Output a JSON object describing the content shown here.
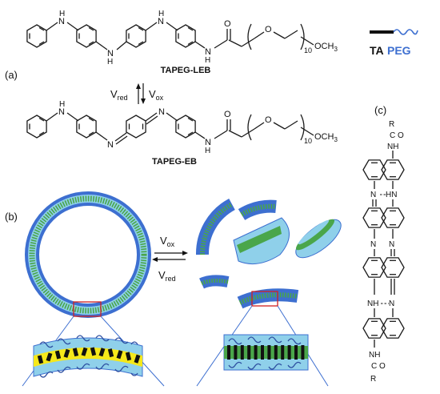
{
  "labels": {
    "panel_a": "(a)",
    "panel_b": "(b)",
    "panel_c": "(c)",
    "compound_top": "TAPEG-LEB",
    "compound_bottom": "TAPEG-EB",
    "legend_ta": "TA",
    "legend_peg": "PEG",
    "v_red": "V",
    "v_red_sub": "red",
    "v_ox": "V",
    "v_ox_sub": "ox",
    "b_v_ox": "V",
    "b_v_ox_sub": "ox",
    "b_v_red": "V",
    "b_v_red_sub": "red"
  },
  "atoms": {
    "N": "N",
    "H": "H",
    "NH": "NH",
    "HN": "HN",
    "O": "O",
    "OCH3": "OCH",
    "OCH3_sub": "3",
    "repeat": "10",
    "R": "R",
    "C": "C"
  },
  "colors": {
    "blue": "#3d6fd0",
    "light_blue": "#8fd0ea",
    "green": "#4aa64a",
    "yellow": "#f5e81a",
    "black": "#111111",
    "red_box": "#d02020"
  }
}
